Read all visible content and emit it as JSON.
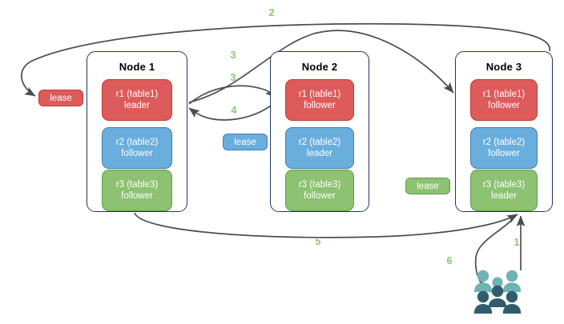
{
  "diagram": {
    "title": "multi-raft-lease-routing",
    "colors": {
      "red": "#dd5b5b",
      "red_border": "#c13a33",
      "blue": "#6aaede",
      "blue_border": "#3c7fb0",
      "green": "#8cc271",
      "green_border": "#5e9c46",
      "node_border": "#1f3864",
      "edge": "#4d4d4d",
      "step_label": "#8dc572",
      "users_light": "#6fb3b3",
      "users_dark": "#2f5d6b"
    }
  },
  "nodes": [
    {
      "id": "node1",
      "title": "Node 1",
      "replicas": [
        {
          "name": "r1 (table1)",
          "role": "leader",
          "color": "red"
        },
        {
          "name": "r2 (table2)",
          "role": "follower",
          "color": "blue"
        },
        {
          "name": "r3 (table3)",
          "role": "follower",
          "color": "green"
        }
      ]
    },
    {
      "id": "node2",
      "title": "Node 2",
      "replicas": [
        {
          "name": "r1 (table1)",
          "role": "follower",
          "color": "red"
        },
        {
          "name": "r2 (table2)",
          "role": "leader",
          "color": "blue"
        },
        {
          "name": "r3 (table3)",
          "role": "follower",
          "color": "green"
        }
      ]
    },
    {
      "id": "node3",
      "title": "Node 3",
      "replicas": [
        {
          "name": "r1 (table1)",
          "role": "follower",
          "color": "red"
        },
        {
          "name": "r2 (table2)",
          "role": "follower",
          "color": "blue"
        },
        {
          "name": "r3 (table3)",
          "role": "leader",
          "color": "green"
        }
      ]
    }
  ],
  "leases": [
    {
      "id": "lease-r1",
      "label": "lease",
      "color": "red"
    },
    {
      "id": "lease-r2",
      "label": "lease",
      "color": "blue"
    },
    {
      "id": "lease-r3",
      "label": "lease",
      "color": "green"
    }
  ],
  "steps": [
    {
      "id": "step-1",
      "label": "1"
    },
    {
      "id": "step-2",
      "label": "2"
    },
    {
      "id": "step-3a",
      "label": "3"
    },
    {
      "id": "step-3b",
      "label": "3"
    },
    {
      "id": "step-4",
      "label": "4"
    },
    {
      "id": "step-5",
      "label": "5"
    },
    {
      "id": "step-6",
      "label": "6"
    }
  ],
  "actors": {
    "users": "users-group-icon"
  }
}
